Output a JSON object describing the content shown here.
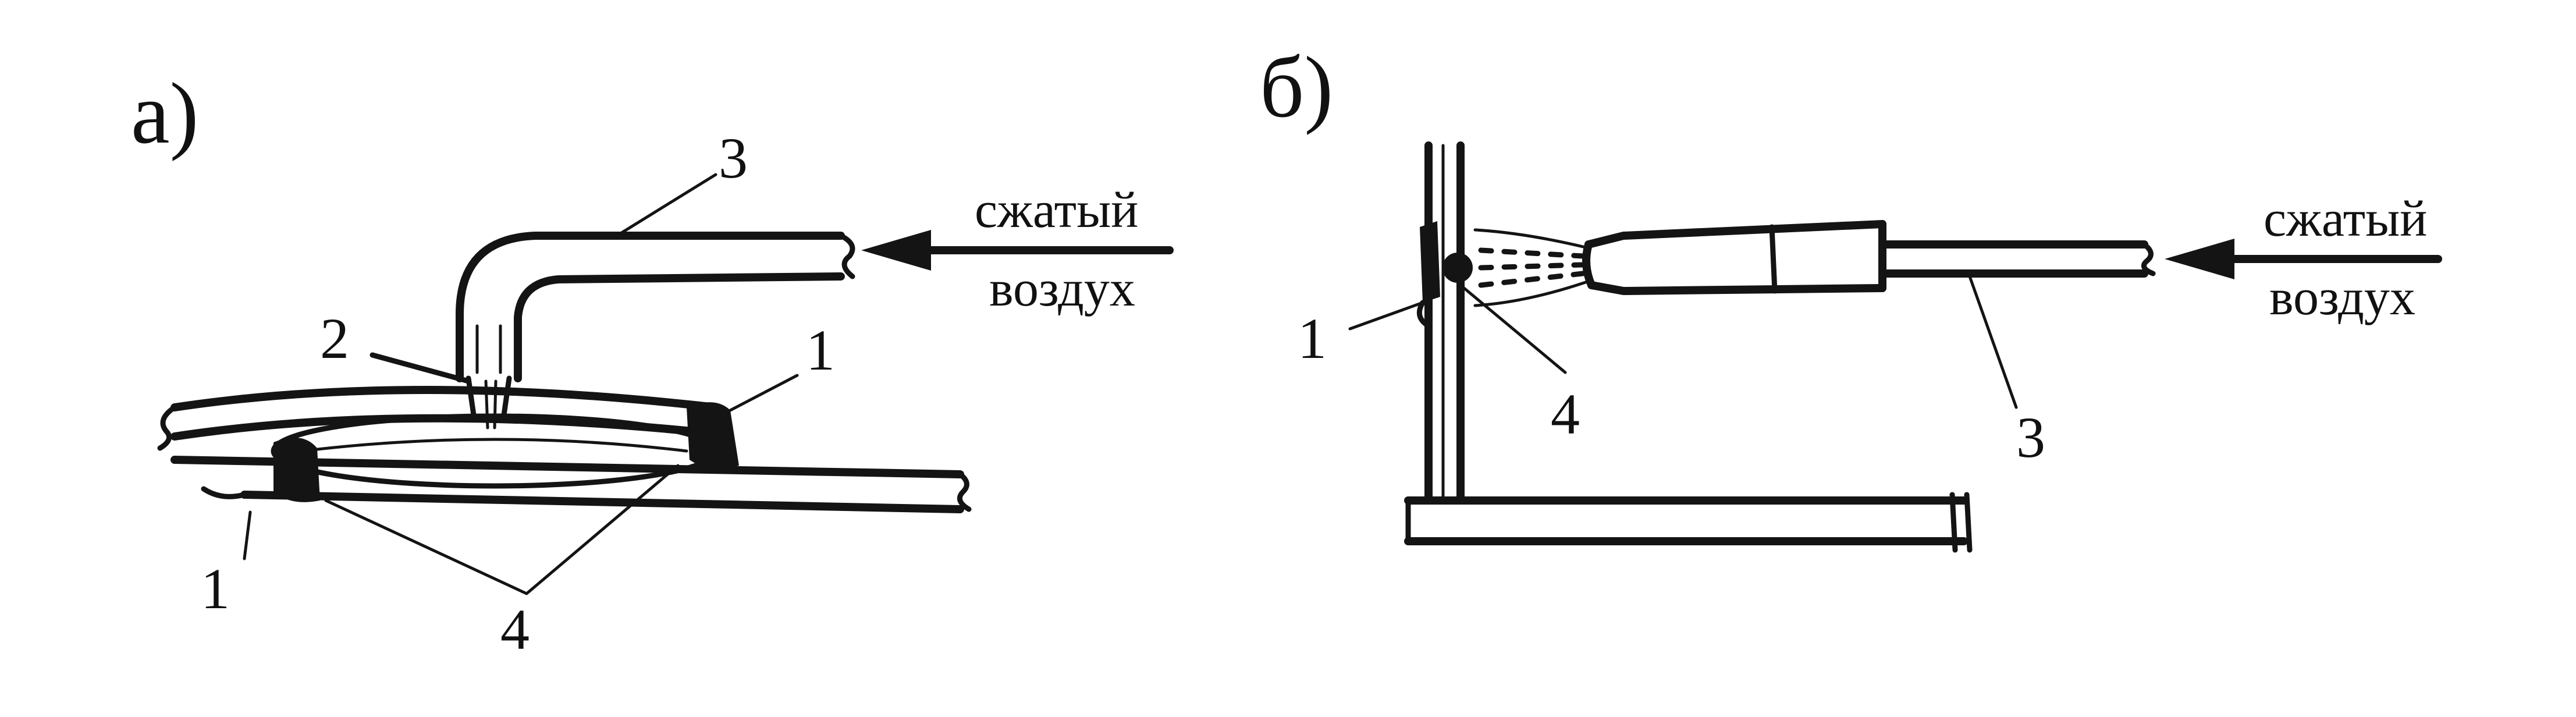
{
  "panels": {
    "a": {
      "label": "а)",
      "labels": {
        "tube": "3",
        "nozzle": "2",
        "part_right": "1",
        "part_left": "1",
        "seam": "4"
      },
      "air_text": [
        "сжатый",
        "воздух"
      ]
    },
    "b": {
      "label": "б)",
      "labels": {
        "part": "1",
        "seam": "4",
        "tube": "3"
      },
      "air_text": [
        "сжатый",
        "воздух"
      ]
    }
  },
  "colors": {
    "ink": "#141414",
    "background": "#ffffff"
  }
}
